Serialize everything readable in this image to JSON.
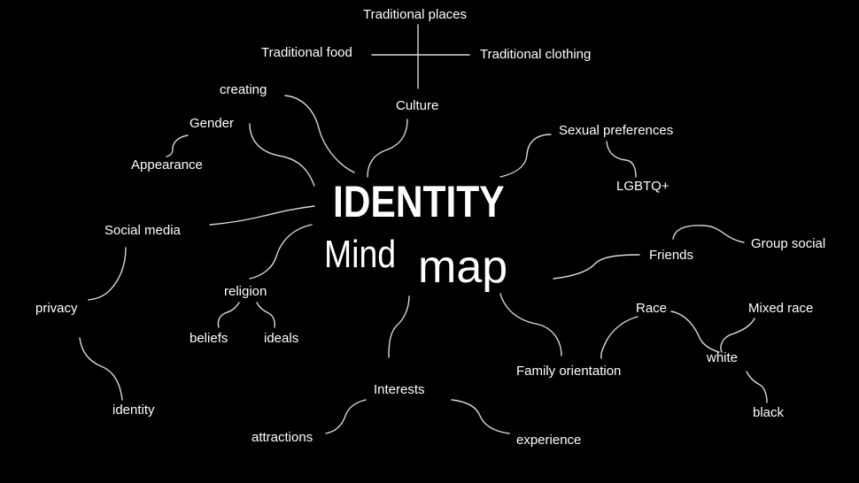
{
  "title": {
    "line1": "IDENTITY",
    "line2a": "Mind",
    "line2b": "map"
  },
  "nodes": {
    "traditional_places": "Traditional places",
    "traditional_food": "Traditional food",
    "traditional_clothing": "Traditional clothing",
    "culture": "Culture",
    "creating": "creating",
    "gender": "Gender",
    "appearance": "Appearance",
    "sexual_preferences": "Sexual preferences",
    "lgbtq": "LGBTQ+",
    "social_media": "Social media",
    "privacy": "privacy",
    "identity": "identity",
    "religion": "religion",
    "beliefs": "beliefs",
    "ideals": "ideals",
    "friends": "Friends",
    "group_social": "Group social",
    "race": "Race",
    "mixed_race": "Mixed race",
    "white": "white",
    "black": "black",
    "family_orientation": "Family orientation",
    "interests": "Interests",
    "attractions": "attractions",
    "experience": "experience"
  },
  "colors": {
    "background": "#000000",
    "text": "#ffffff",
    "connector": "#d9d9d9"
  }
}
